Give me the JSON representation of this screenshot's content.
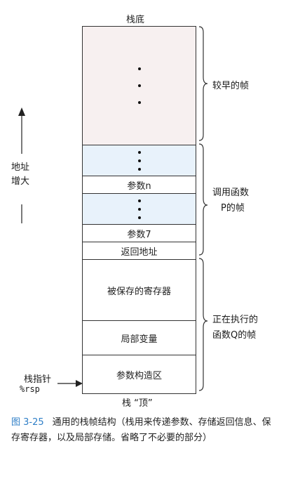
{
  "stack": {
    "bottom_label": "栈底",
    "top_label": "栈 “顶”",
    "cells": {
      "param_n": "参数n",
      "param_7": "参数7",
      "return_address": "返回地址",
      "saved_registers": "被保存的寄存器",
      "local_variables": "局部变量",
      "argument_build_area": "参数构造区"
    }
  },
  "brackets": {
    "earlier_frames": "较早的帧",
    "caller_frame_line1": "调用函数",
    "caller_frame_line2": "P的帧",
    "current_frame_line1": "正在执行的",
    "current_frame_line2": "函数Q的帧"
  },
  "left_axis": {
    "line1": "地址",
    "line2": "增大"
  },
  "stack_pointer": {
    "label": "栈指针",
    "register": "%rsp"
  },
  "caption": {
    "figure_number": "图 3-25",
    "text": "通用的栈帧结构（栈用来传递参数、存储返回信息、保存寄存器，以及局部存储。省略了不必要的部分）"
  },
  "colors": {
    "earlier_frame_fill": "#f7f0f0",
    "caller_frame_fill": "#e8f2fb",
    "figure_number": "#2f7fc7"
  }
}
